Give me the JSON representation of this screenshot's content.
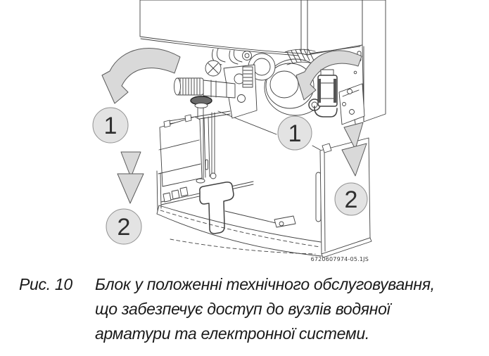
{
  "figure": {
    "caption": {
      "label": "Рис. 10",
      "lines": [
        "Блок у положенні технічного обслуговування,",
        "що забезпечує доступ до вузлів водяної",
        "арматури та електронної системи."
      ]
    },
    "part_number": "6720607974-05.1JS",
    "markers": [
      {
        "label": "1"
      },
      {
        "label": "1"
      },
      {
        "label": "2"
      },
      {
        "label": "2"
      }
    ],
    "colors": {
      "line": "#404040",
      "arrow_fill": "#d9d9d9",
      "arrow_stroke": "#5a5a5a",
      "badge_fill": "#e3e3e3",
      "badge_stroke": "#919191",
      "badge_number": "#2f2f2f",
      "caption_text": "#1a1a1a",
      "background": "#ffffff"
    }
  }
}
